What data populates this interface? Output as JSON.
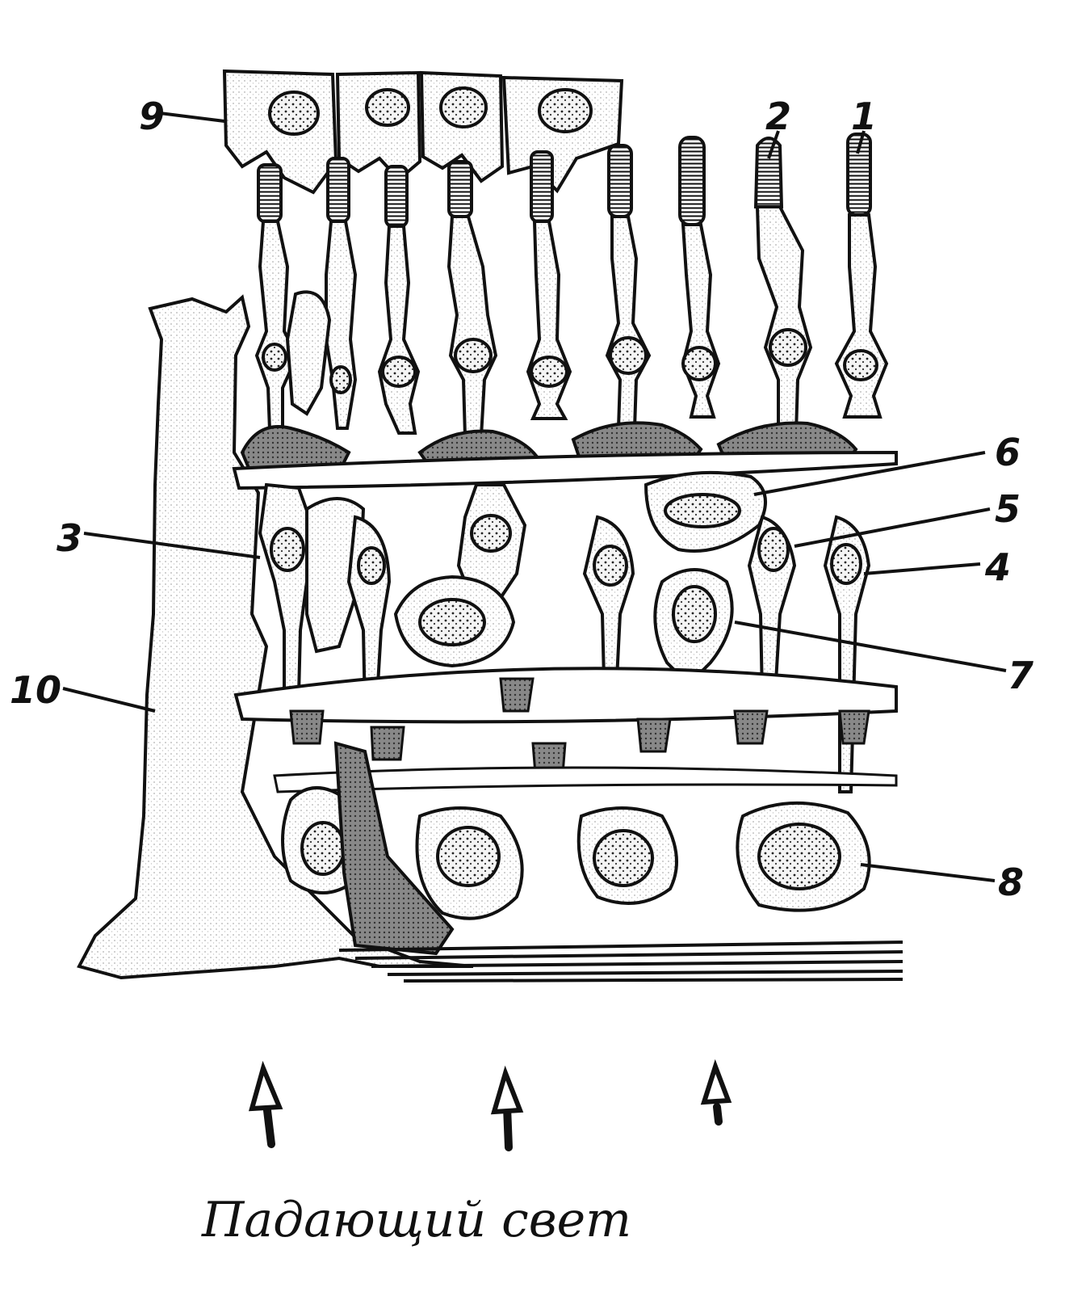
{
  "labels": {
    "l1": "1",
    "l2": "2",
    "l3": "3",
    "l4": "4",
    "l5": "5",
    "l6": "6",
    "l7": "7",
    "l8": "8",
    "l9": "9",
    "l10": "10"
  },
  "caption": "Падающий свет",
  "colors": {
    "ink": "#111111",
    "stipple": "#c8c8c8",
    "background": "#ffffff"
  }
}
